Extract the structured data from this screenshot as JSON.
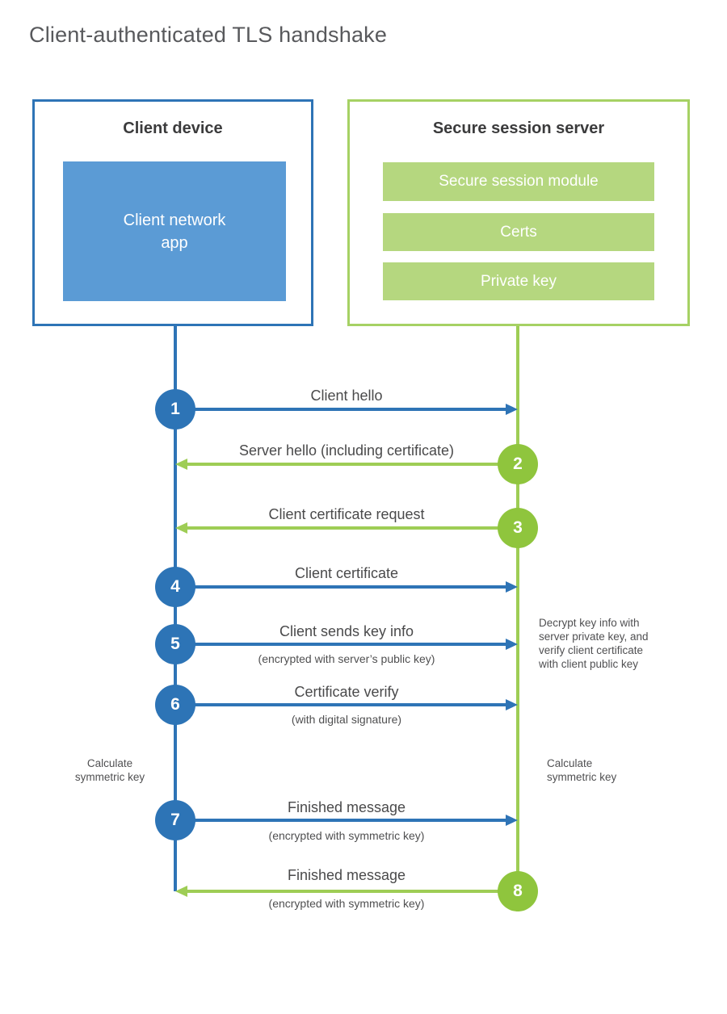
{
  "page": {
    "title": "Client-authenticated TLS handshake"
  },
  "colors": {
    "blue_main": "#2e74b6",
    "blue_light": "#5b9bd5",
    "green_line": "#9ecd55",
    "green_border": "#a6d164",
    "green_bar": "#b5d77f",
    "green_circle": "#8fc53d",
    "text_dark": "#3b3b3c",
    "text_label": "#4a4a4b"
  },
  "client": {
    "title": "Client device",
    "app_label": "Client network\napp"
  },
  "server": {
    "title": "Secure session server",
    "modules": [
      "Secure session module",
      "Certs",
      "Private key"
    ]
  },
  "steps": [
    {
      "num": "1",
      "direction": "client-to-server",
      "label": "Client hello",
      "sub": ""
    },
    {
      "num": "2",
      "direction": "server-to-client",
      "label": "Server hello (including certificate)",
      "sub": ""
    },
    {
      "num": "3",
      "direction": "server-to-client",
      "label": "Client certificate request",
      "sub": ""
    },
    {
      "num": "4",
      "direction": "client-to-server",
      "label": "Client certificate",
      "sub": ""
    },
    {
      "num": "5",
      "direction": "client-to-server",
      "label": "Client sends key info",
      "sub": "(encrypted with server’s public key)"
    },
    {
      "num": "6",
      "direction": "client-to-server",
      "label": "Certificate verify",
      "sub": "(with digital signature)"
    },
    {
      "num": "7",
      "direction": "client-to-server",
      "label": "Finished message",
      "sub": "(encrypted with symmetric key)"
    },
    {
      "num": "8",
      "direction": "server-to-client",
      "label": "Finished message",
      "sub": "(encrypted with symmetric key)"
    }
  ],
  "notes": {
    "decrypt": "Decrypt key info with\nserver private key, and\nverify client certificate\nwith client public key",
    "calc_left": "Calculate\nsymmetric key",
    "calc_right": "Calculate\nsymmetric key"
  }
}
